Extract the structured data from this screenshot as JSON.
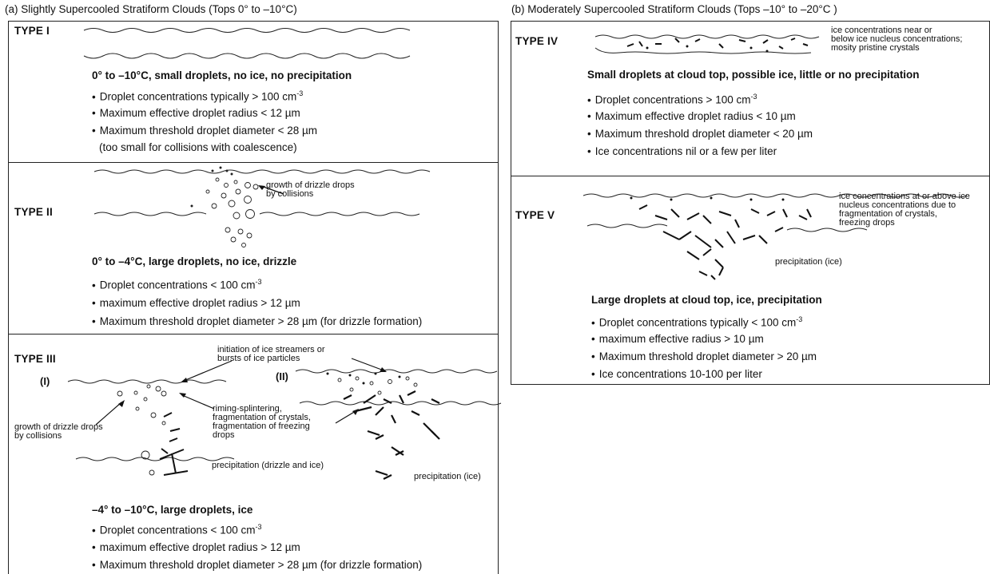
{
  "left_title": "(a) Slightly Supercooled Stratiform Clouds (Tops 0° to –10°C)",
  "right_title": "(b) Moderately Supercooled Stratiform Clouds (Tops –10° to –20°C )",
  "type1": {
    "label": "TYPE I",
    "heading": "0° to –10°C, small droplets, no ice, no precipitation",
    "bullets": [
      {
        "text": "Droplet concentrations typically  > 100 cm",
        "sup": "-3"
      },
      {
        "text": "Maximum effective droplet radius  < 12 µm",
        "sup": ""
      },
      {
        "text": "Maximum threshold droplet diameter < 28 µm",
        "sup": ""
      }
    ],
    "extra": "(too small for collisions with coalescence)"
  },
  "type2": {
    "label": "TYPE II",
    "note": "growth of drizzle drops\nby collisions",
    "heading": "0° to –4°C, large droplets, no ice, drizzle",
    "bullets": [
      {
        "text": "Droplet concentrations  < 100 cm",
        "sup": "-3"
      },
      {
        "text": "maximum effective droplet radius  > 12 µm",
        "sup": ""
      },
      {
        "text": "Maximum threshold droplet diameter  > 28 µm (for drizzle formation)",
        "sup": ""
      }
    ]
  },
  "type3": {
    "label": "TYPE III",
    "sub1": "(I)",
    "sub2": "(II)",
    "note_streamers": "initiation of ice streamers or\nbursts of ice particles",
    "note_growth": "growth of drizzle drops\nby collisions",
    "note_riming": "riming-splintering,\nfragmentation of crystals,\nfragmentation of freezing\ndrops",
    "note_precip1": "precipitation (drizzle and ice)",
    "note_precip2": "precipitation (ice)",
    "heading": "–4° to –10°C, large droplets, ice",
    "bullets": [
      {
        "text": "Droplet concentrations  < 100 cm",
        "sup": "-3"
      },
      {
        "text": "maximum effective droplet radius  > 12 µm",
        "sup": ""
      },
      {
        "text": "Maximum threshold droplet diameter  > 28 µm (for drizzle formation)",
        "sup": ""
      }
    ]
  },
  "type4": {
    "label": "TYPE IV",
    "note": "ice concentrations near or\nbelow ice nucleus concentrations;\nmosity pristine crystals",
    "heading": "Small droplets at cloud top, possible ice, little or no precipitation",
    "bullets": [
      {
        "text": "Droplet concentrations  > 100 cm",
        "sup": "-3"
      },
      {
        "text": "Maximum effective droplet radius  < 10 µm",
        "sup": ""
      },
      {
        "text": "Maximum threshold droplet diameter < 20 µm",
        "sup": ""
      },
      {
        "text": "Ice concentrations nil or a few per liter",
        "sup": ""
      }
    ]
  },
  "type5": {
    "label": "TYPE V",
    "note": "ice concentrations at or above ice\nnucleus concentrations due to\nfragmentation of crystals,\nfreezing drops",
    "note_precip": "precipitation (ice)",
    "heading": "Large droplets at cloud top, ice, precipitation",
    "bullets": [
      {
        "text": "Droplet concentrations typically  < 100 cm",
        "sup": "-3"
      },
      {
        "text": "maximum effective radius  > 10 µm",
        "sup": ""
      },
      {
        "text": "Maximum threshold droplet diameter  > 20 µm",
        "sup": ""
      },
      {
        "text": "Ice concentrations 10-100 per liter",
        "sup": ""
      }
    ]
  }
}
